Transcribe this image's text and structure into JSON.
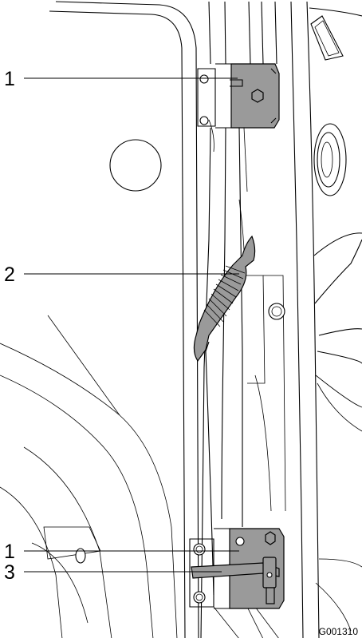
{
  "callouts": [
    {
      "id": "callout-1-top",
      "label": "1",
      "part": "upper-hinge"
    },
    {
      "id": "callout-2",
      "label": "2",
      "part": "cable-grommet"
    },
    {
      "id": "callout-1-bottom",
      "label": "1",
      "part": "lower-hinge"
    },
    {
      "id": "callout-3",
      "label": "3",
      "part": "door-check-strap"
    }
  ],
  "figure_id": "G001310"
}
